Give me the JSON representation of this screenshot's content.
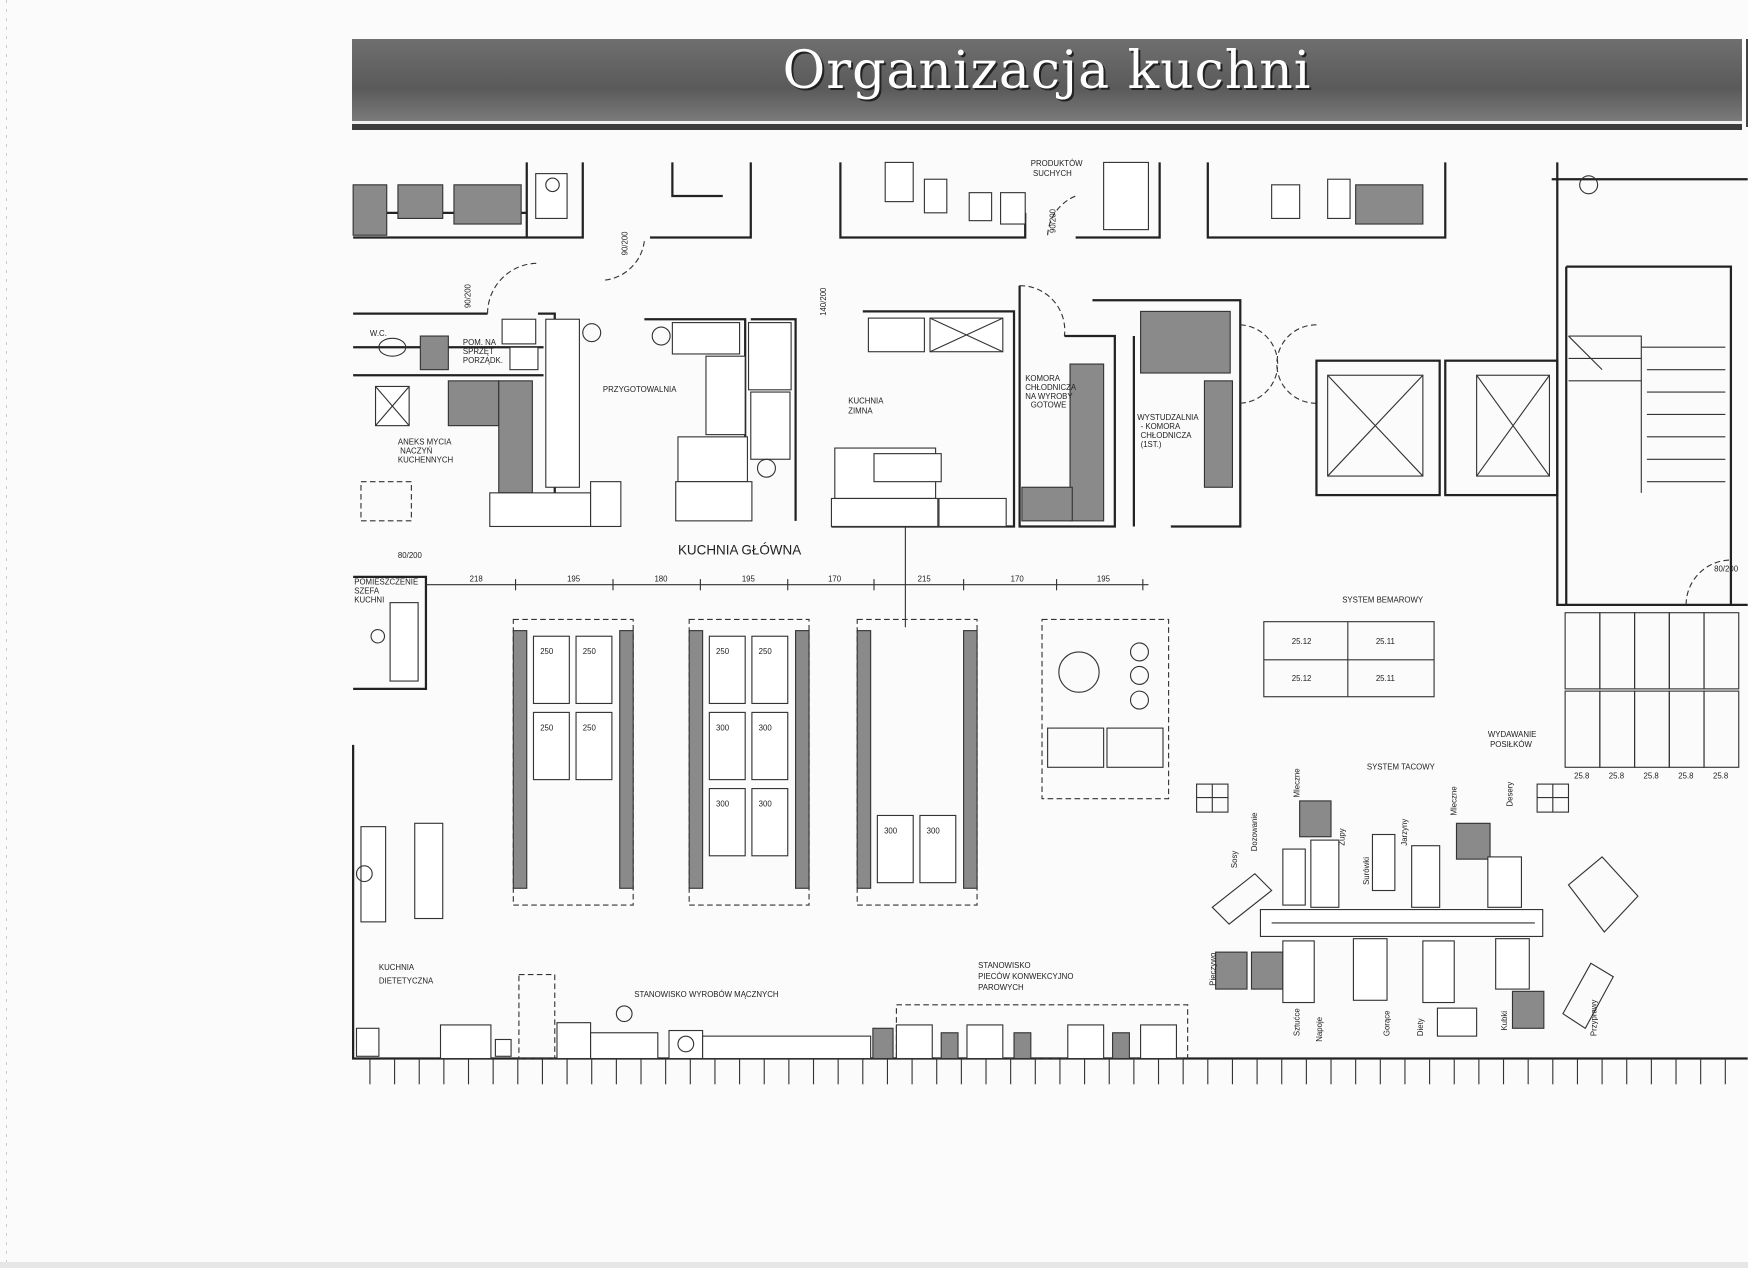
{
  "slide": {
    "title": "Organizacja kuchni"
  },
  "plan": {
    "rooms": {
      "main_kitchen": "KUCHNIA GŁÓWNA",
      "prep": "PRZYGOTOWALNIA",
      "cold_kitchen_1": "KUCHNIA",
      "cold_kitchen_2": "ZIMNA",
      "wc": "W.C.",
      "cleaning_1": "POM. NA",
      "cleaning_2": "SPRZĘT",
      "cleaning_3": "PORZĄDK.",
      "washing_1": "ANEKS MYCIA",
      "washing_2": "NACZYŃ",
      "washing_3": "KUCHENNYCH",
      "cold_room_1": "KOMORA",
      "cold_room_2": "CHŁODNICZA",
      "cold_room_3": "NA WYROBY",
      "cold_room_4": "GOTOWE",
      "cooling_1": "WYSTUDZALNIA",
      "cooling_2": "- KOMORA",
      "cooling_3": "CHŁODNICZA",
      "cooling_4": "(1ST.)",
      "dry_1": "PRODUKTÓW",
      "dry_2": "SUCHYCH",
      "chef_1": "POMIESZCZENIE",
      "chef_2": "SZEFA",
      "chef_3": "KUCHNI",
      "diet_1": "KUCHNIA",
      "diet_2": "DIETETYCZNA",
      "bain_marie": "SYSTEM BEMAROWY",
      "tray": "SYSTEM TACOWY",
      "serving_1": "WYDAWANIE",
      "serving_2": "POSIŁKÓW",
      "pastry": "STANOWISKO WYROBÓW MĄCZNYCH",
      "oven_1": "STANOWISKO",
      "oven_2": "PIECÓW KONWEKCYJNO",
      "oven_3": "PAROWYCH"
    },
    "dimensions": [
      "218",
      "195",
      "180",
      "195",
      "170",
      "215",
      "170",
      "195"
    ],
    "door_dims": [
      "90/200",
      "90/200",
      "80/200",
      "80/200",
      "140/200",
      "90/200"
    ],
    "islands": [
      {
        "pans": [
          "250",
          "250",
          "250",
          "250"
        ]
      },
      {
        "pans": [
          "250",
          "250",
          "300",
          "300",
          "300",
          "300"
        ]
      },
      {
        "pans": [
          "300",
          "300"
        ]
      }
    ],
    "bemar_items": [
      "25.12",
      "25.11",
      "25.12",
      "25.11"
    ],
    "serving_items": [
      "25.8",
      "25.8",
      "25.8",
      "25.8",
      "25.8"
    ],
    "tray_labels": [
      "Sosy",
      "Dozowanie",
      "Mleczne",
      "Zupy",
      "Surówki",
      "Jarzyny",
      "Mleczne",
      "Desery",
      "Pieczywo",
      "Sztućce",
      "Napoje",
      "Gorące",
      "Diety",
      "Kubki",
      "Przyprawy"
    ]
  }
}
